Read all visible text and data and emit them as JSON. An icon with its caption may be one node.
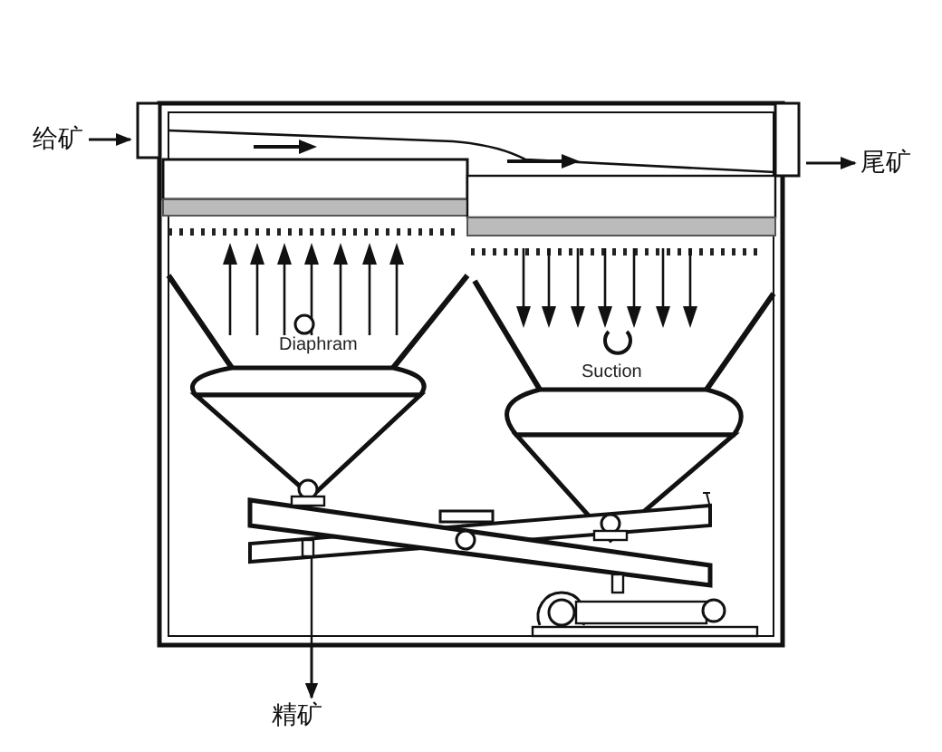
{
  "diagram": {
    "nodes": [
      {
        "text": [
          "给矿"
        ]
      },
      {
        "text": [
          "尾矿"
        ]
      },
      {
        "text": [
          "精矿"
        ]
      },
      {
        "text": [],
        "shape": "picture"
      }
    ],
    "edges": [
      {
        "from": 0,
        "to": 3,
        "arrow": "to"
      },
      {
        "from": 3,
        "to": 1,
        "arrow": "to"
      },
      {
        "from": 3,
        "to": 2,
        "arrow": "to"
      }
    ],
    "labels": [
      "Diaphram",
      "Suction"
    ]
  }
}
